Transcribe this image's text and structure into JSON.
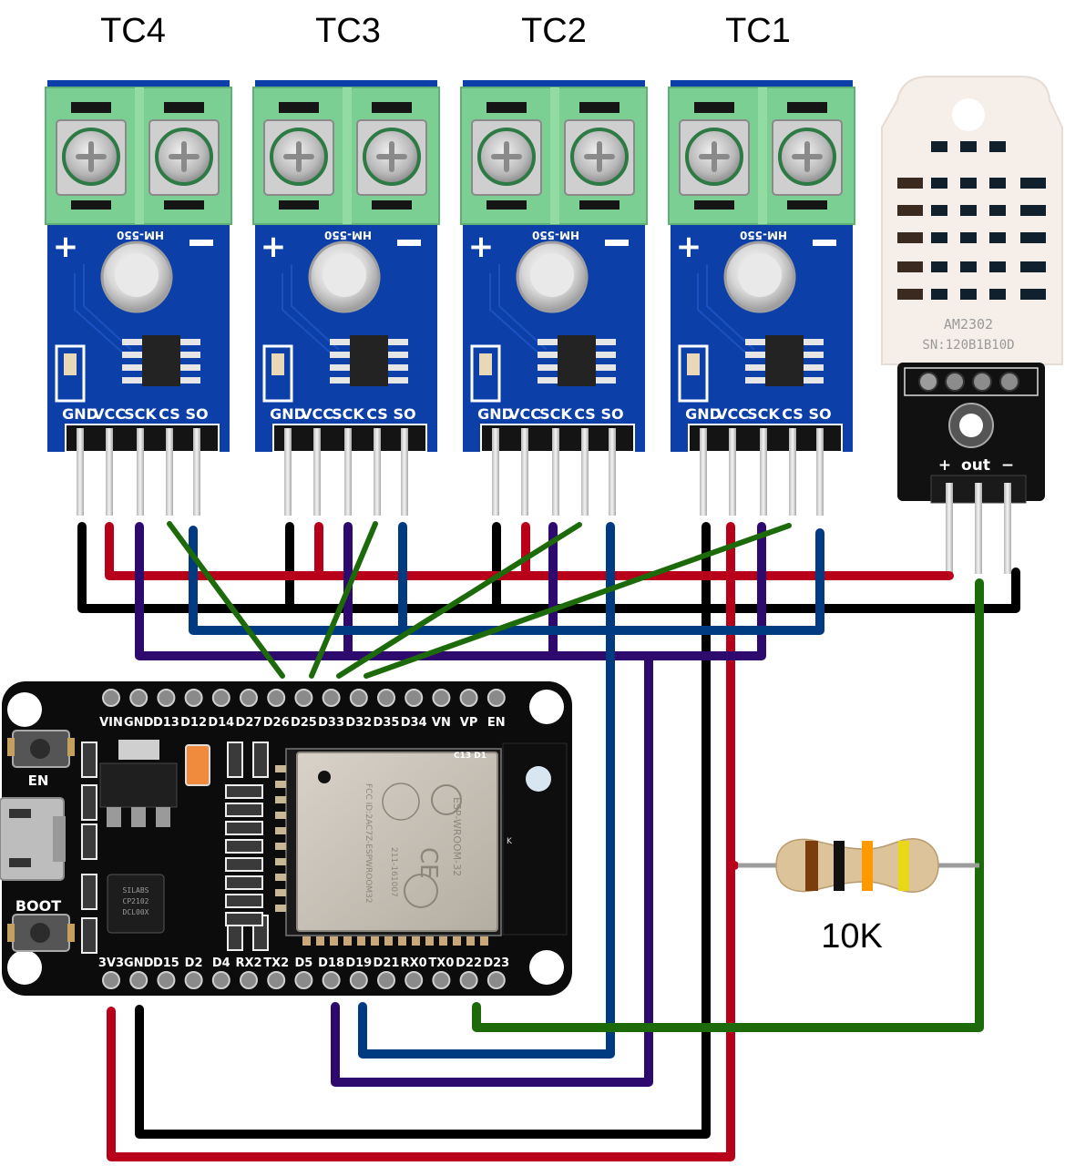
{
  "diagram": {
    "title": "ESP32 + 4x MAX6675 thermocouple modules + AM2302 wiring diagram",
    "colors": {
      "gnd_wire": "#000000",
      "vcc_wire": "#b8001a",
      "sck_wire": "#2e0a6e",
      "so_wire": "#003a80",
      "cs_wire": "#1c6a0a",
      "module_pcb": "#0d3fa8",
      "terminal_block": "#7ccf92",
      "esp_pcb": "#0e0e0e",
      "sensor_body": "#f3e9e2"
    },
    "thermocouple_modules": [
      {
        "label": "TC4",
        "board_text": "HM-550",
        "plus": "+",
        "minus": "−",
        "pins": [
          "GND",
          "VCC",
          "SCK",
          "CS",
          "SO"
        ],
        "cs_to": "D26"
      },
      {
        "label": "TC3",
        "board_text": "HM-550",
        "plus": "+",
        "minus": "−",
        "pins": [
          "GND",
          "VCC",
          "SCK",
          "CS",
          "SO"
        ],
        "cs_to": "D25"
      },
      {
        "label": "TC2",
        "board_text": "HM-550",
        "plus": "+",
        "minus": "−",
        "pins": [
          "GND",
          "VCC",
          "SCK",
          "CS",
          "SO"
        ],
        "cs_to": "D33"
      },
      {
        "label": "TC1",
        "board_text": "HM-550",
        "plus": "+",
        "minus": "−",
        "pins": [
          "GND",
          "VCC",
          "SCK",
          "CS",
          "SO"
        ],
        "cs_to": "D32"
      }
    ],
    "humidity_sensor": {
      "model": "AM2302",
      "serial": "SN:120B1B10D",
      "pins_label": [
        "+",
        "out",
        "−"
      ]
    },
    "resistor": {
      "label": "10K",
      "bands": [
        "#7a3d0c",
        "#111111",
        "#ff9900",
        "#e8d81a"
      ]
    },
    "esp32": {
      "top_pins": [
        "VIN",
        "GND",
        "D13",
        "D12",
        "D14",
        "D27",
        "D26",
        "D25",
        "D33",
        "D32",
        "D35",
        "D34",
        "VN",
        "VP",
        "EN"
      ],
      "bottom_pins": [
        "3V3",
        "GND",
        "D15",
        "D2",
        "D4",
        "RX2",
        "TX2",
        "D5",
        "D18",
        "D19",
        "D21",
        "RX0",
        "TX0",
        "D22",
        "D23"
      ],
      "buttons": [
        "EN",
        "BOOT"
      ],
      "module_text": [
        "ESP-WROOM-32",
        "FCC ID:2AC7Z-ESPWROOM32",
        "211-161007"
      ],
      "usb_chip_text": [
        "SILABS",
        "CP2102",
        "DCL00X"
      ],
      "corner_text": "C13  D1"
    },
    "connections": [
      {
        "from": "TC1..TC4 GND",
        "to": "ESP32 GND",
        "color": "gnd_wire"
      },
      {
        "from": "TC1..TC4 VCC + AM2302 +",
        "to": "ESP32 3V3",
        "color": "vcc_wire"
      },
      {
        "from": "TC1..TC4 SCK",
        "to": "ESP32 D18",
        "color": "sck_wire"
      },
      {
        "from": "TC1..TC4 SO",
        "to": "ESP32 D19",
        "color": "so_wire"
      },
      {
        "from": "TC4 CS",
        "to": "ESP32 D26",
        "color": "cs_wire"
      },
      {
        "from": "TC3 CS",
        "to": "ESP32 D25",
        "color": "cs_wire"
      },
      {
        "from": "TC2 CS",
        "to": "ESP32 D33",
        "color": "cs_wire"
      },
      {
        "from": "TC1 CS",
        "to": "ESP32 D32",
        "color": "cs_wire"
      },
      {
        "from": "AM2302 out",
        "to": "ESP32 D22 (10K pull-up to 3V3)",
        "color": "cs_wire"
      },
      {
        "from": "AM2302 −",
        "to": "GND bus",
        "color": "gnd_wire"
      }
    ]
  }
}
